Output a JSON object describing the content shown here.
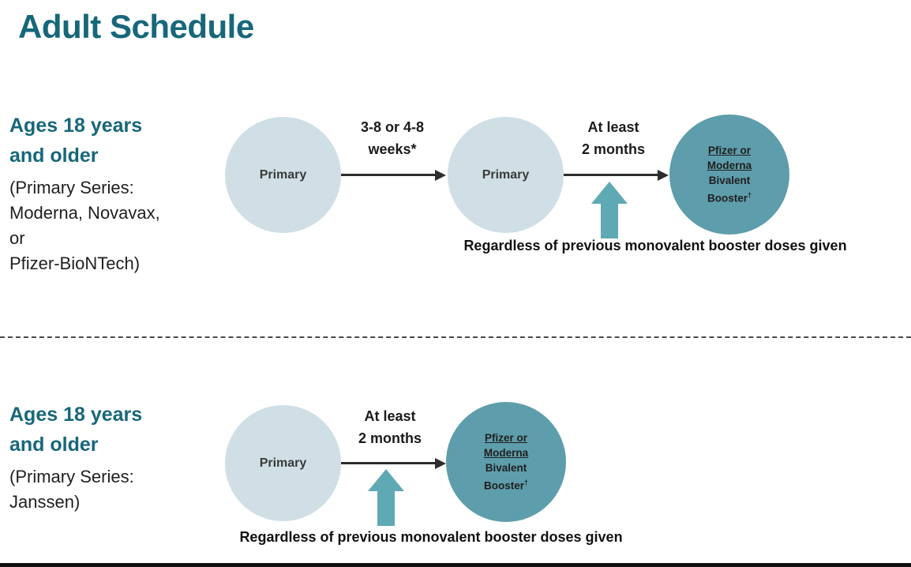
{
  "title": "Adult Schedule",
  "colors": {
    "heading": "#17677a",
    "body_text": "#1f1f1f",
    "light_circle": "#cfdfe5",
    "dark_circle": "#5e9dab",
    "block_arrow": "#5fa9b4",
    "arrow_line": "#2d2d2d",
    "circle_text": "#3a3a3a"
  },
  "section_top": {
    "heading_lines": [
      "Ages 18 years",
      "and older"
    ],
    "sub_lines": [
      "(Primary Series:",
      "Moderna, Novavax,",
      "or",
      "Pfizer-BioNTech)"
    ],
    "circle1_label": "Primary",
    "arrow1_label_lines": [
      "3-8 or 4-8",
      "weeks*"
    ],
    "circle2_label": "Primary",
    "arrow2_label_lines": [
      "At least",
      "2 months"
    ],
    "booster_lines_underlined": [
      "Pfizer or",
      "Moderna"
    ],
    "booster_lines": [
      "Bivalent",
      "Booster"
    ],
    "booster_footnote": "†",
    "note": "Regardless of previous monovalent booster doses given"
  },
  "section_bottom": {
    "heading_lines": [
      "Ages 18 years",
      "and older"
    ],
    "sub_lines": [
      "(Primary Series:",
      "Janssen)"
    ],
    "circle1_label": "Primary",
    "arrow1_label_lines": [
      "At least",
      "2 months"
    ],
    "booster_lines_underlined": [
      "Pfizer or",
      "Moderna"
    ],
    "booster_lines": [
      "Bivalent",
      "Booster"
    ],
    "booster_footnote": "†",
    "note": "Regardless of previous monovalent booster doses given"
  }
}
